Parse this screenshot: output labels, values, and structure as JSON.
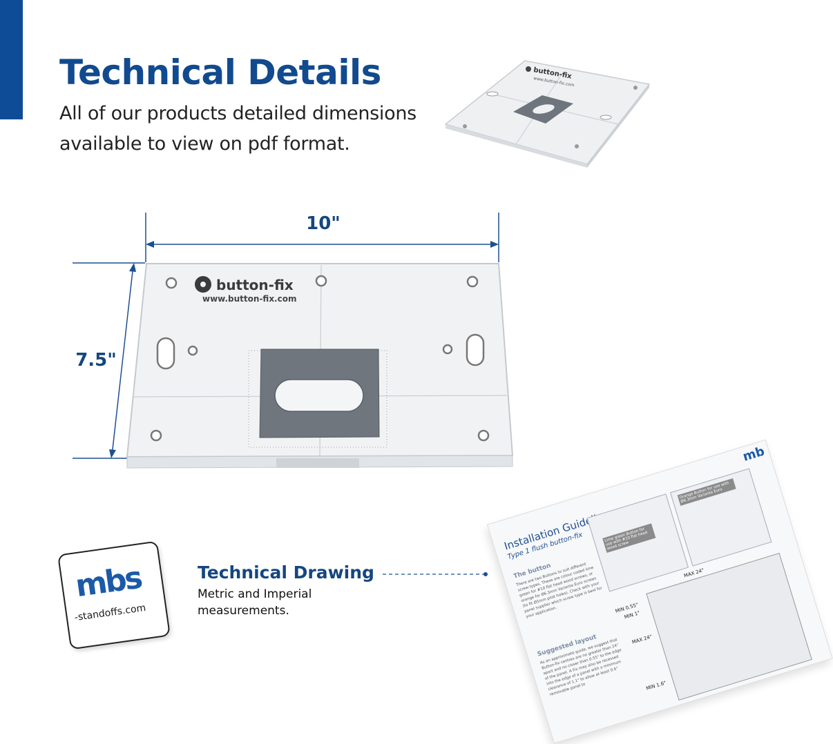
{
  "header": {
    "title": "Technical Details",
    "subtitle": "All of our products detailed dimensions available to view on pdf format."
  },
  "thumbnail": {
    "brand": "button-fix",
    "url": "www.button-fix.com"
  },
  "plate": {
    "width_label": "10\"",
    "height_label": "7.5\"",
    "brand": "button-fix",
    "url": "www.button-fix.com"
  },
  "logo": {
    "mark": "mbs",
    "text": "-standoffs.com"
  },
  "technical_drawing": {
    "title": "Technical Drawing",
    "subtitle": "Metric and Imperial measurements."
  },
  "document": {
    "title": "Installation Guidelines",
    "subtitle": "Type 1 flush button-fix",
    "section1_heading": "The button",
    "section1_text": "There are two Buttons to suit different screw types. These are colour coded lime green for #10 flat head wood screws, or orange for Ø6.3mm Varianta Euro screws (to fit Ø5mm pilot holes). Check with your panel supplier which screw type is best for your application.",
    "section2_heading": "Suggested layout",
    "section2_text": "As an approximate guide, we suggest that Button-fix centres are no greater than 24\" apart and no closer than 0.55\" to the edge of the panel. A Fix may also be recessed into the edge of a panel with a minimum clearance of 1.1\" to allow at least 0.6\" removable panel to",
    "box1_label": "Lime green Button for use with #10 flat head wood screw",
    "box2_label": "Orange Button for use with Ø6.3mm Varianta Euro",
    "labels": {
      "max_top": "MAX 24\"",
      "min_055": "MIN 0.55\"",
      "min_1": "MIN 1\"",
      "max_side": "MAX 24\"",
      "min_16": "MIN 1.6\""
    },
    "logo_fragment": "mb"
  },
  "colors": {
    "brand_blue": "#114a8e",
    "accent_bar": "#0f4c97",
    "dimension_line": "#1c4f91"
  }
}
